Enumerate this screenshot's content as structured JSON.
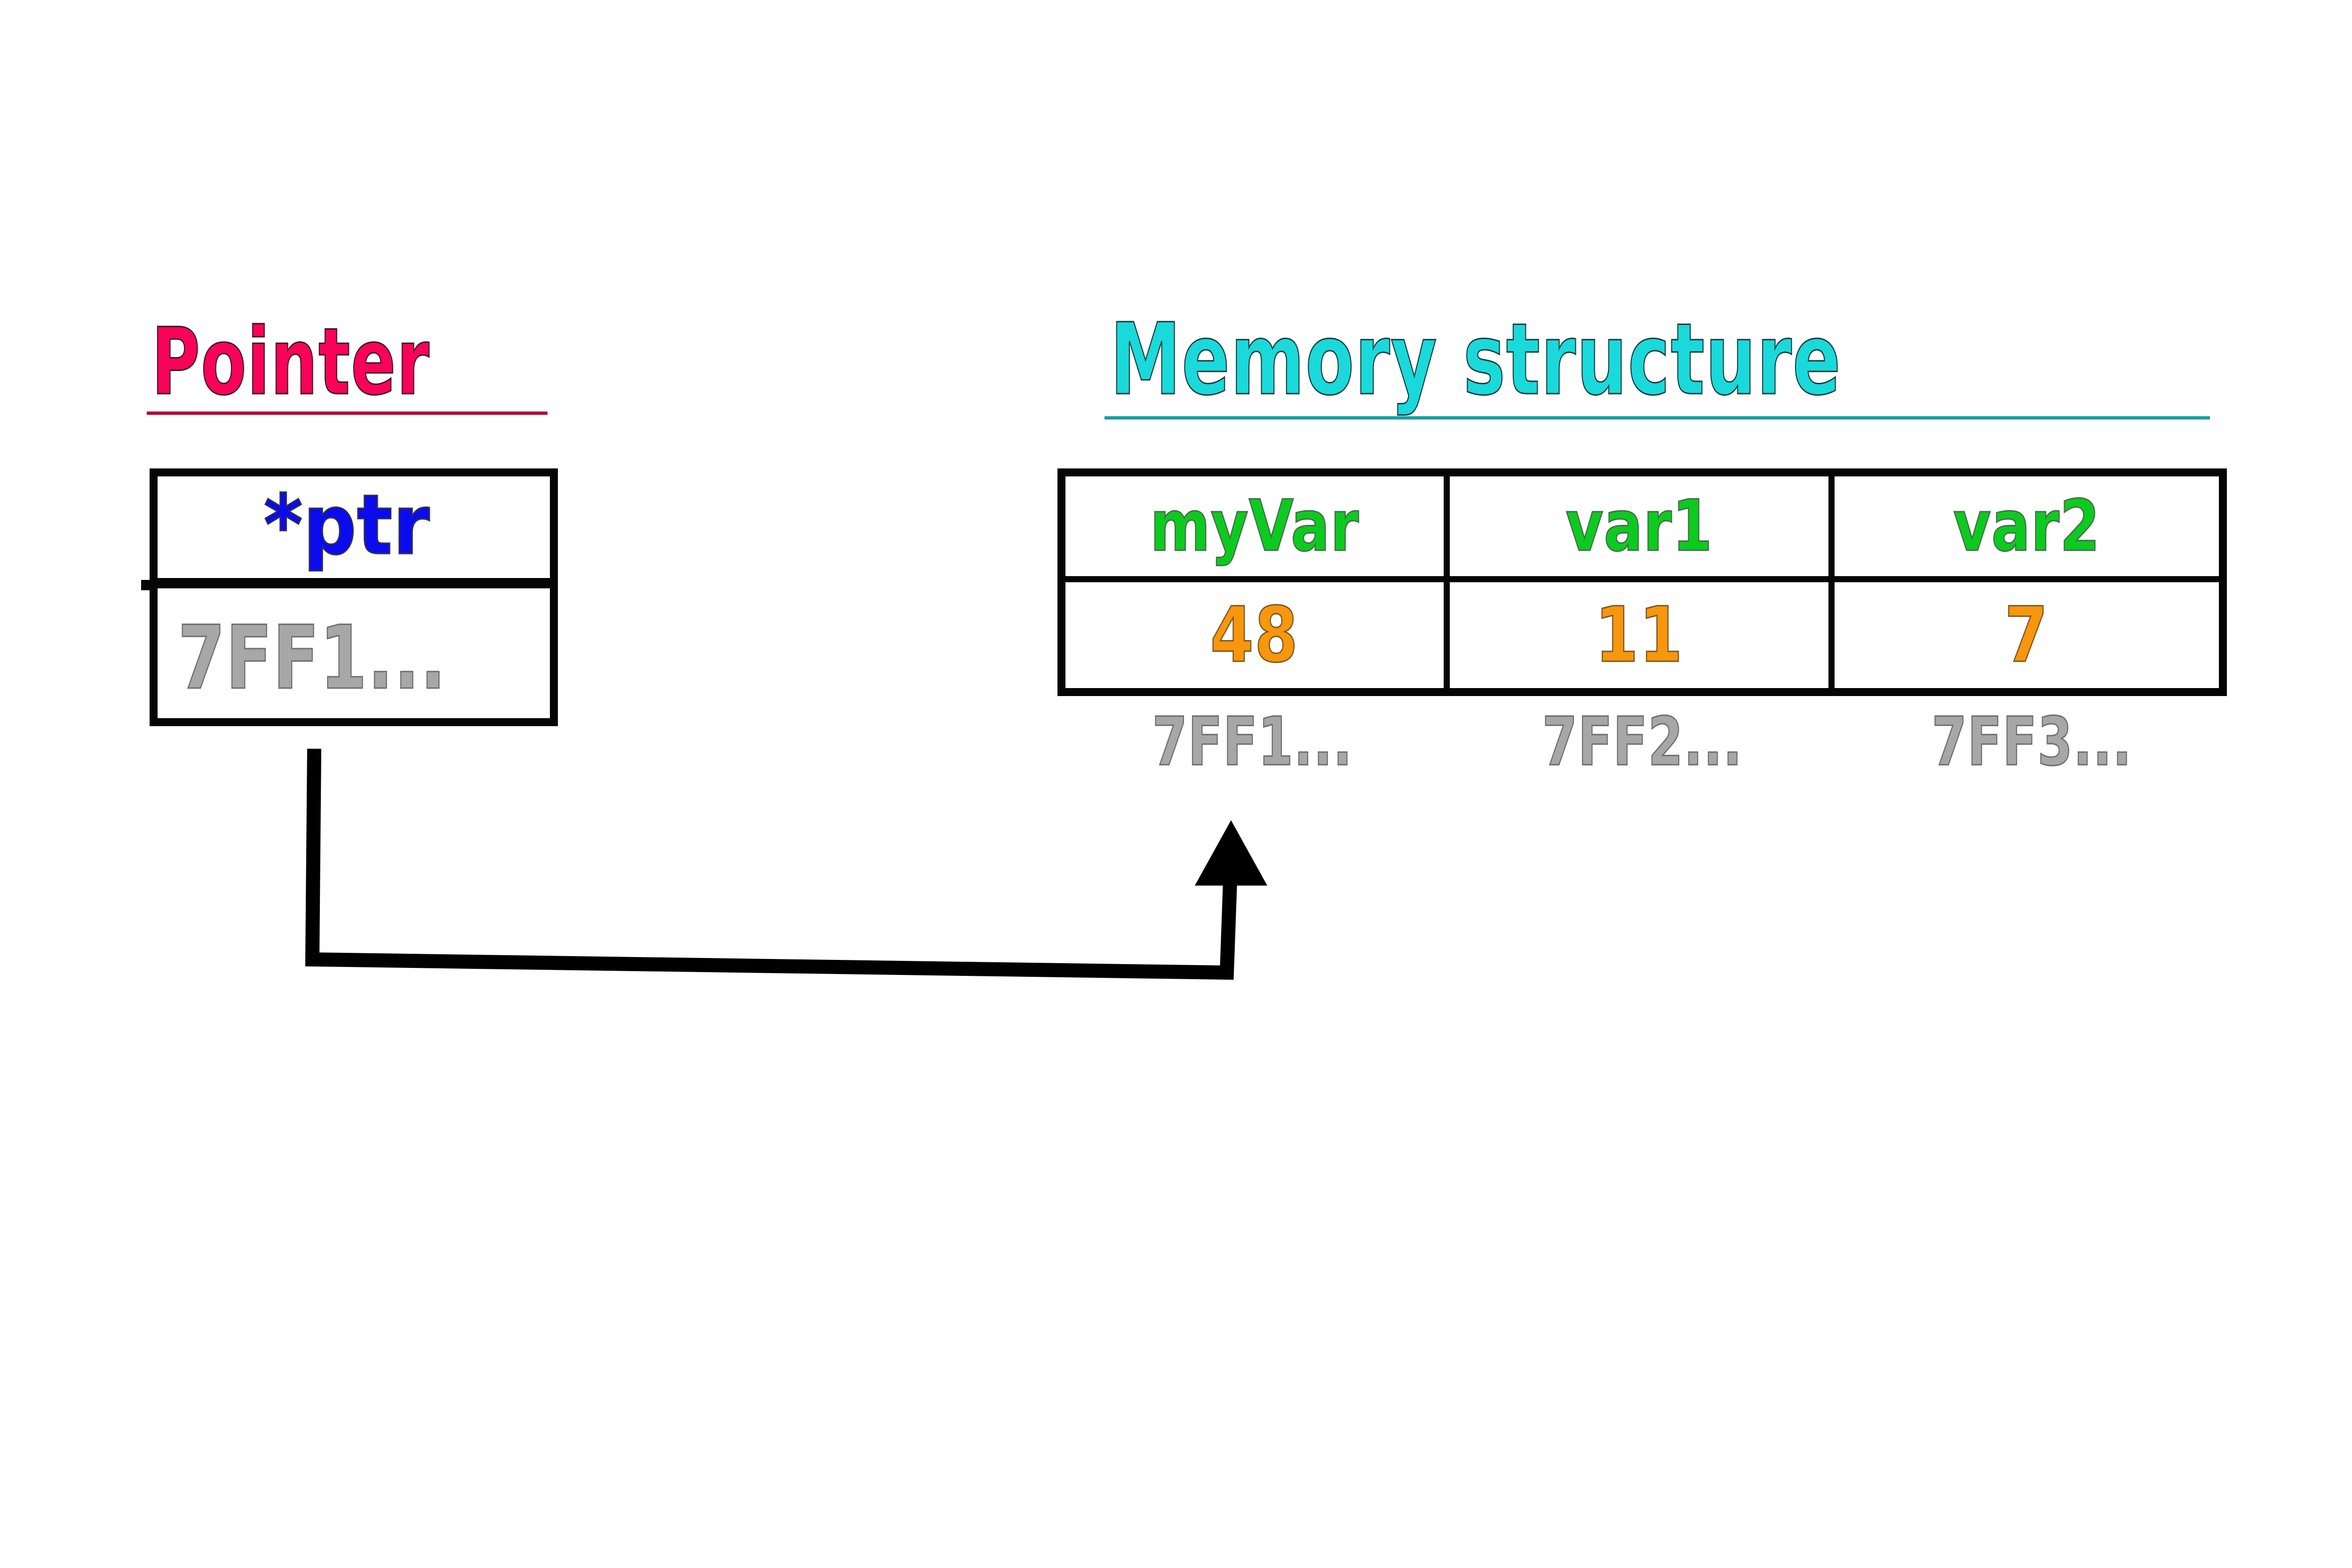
{
  "diagram": {
    "title_left": "Pointer",
    "title_right": "Memory structure",
    "background_color": "#ffffff"
  },
  "colors": {
    "pointer_title": "#f90358",
    "pointer_title_rule": "#b3033f",
    "memory_title": "#1ad9da",
    "memory_title_rule": "#16a0a4",
    "variable_name": "#0bcb1f",
    "variable_value": "#f8960e",
    "address_text": "#a7a7a7",
    "pointer_name": "#0b0bef",
    "box_border": "#050505",
    "arrow": "#000000"
  },
  "pointer": {
    "label": "Pointer",
    "name_cell": "*ptr",
    "address_cell": "7FF1..."
  },
  "memory": {
    "label": "Memory structure",
    "columns": [
      {
        "name": "myVar",
        "value": "48",
        "address": "7FF1..."
      },
      {
        "name": "var1",
        "value": "11",
        "address": "7FF2..."
      },
      {
        "name": "var2",
        "value": "7",
        "address": "7FF3..."
      }
    ]
  },
  "arrow": {
    "description": "pointer-to-memory-arrow",
    "from": "pointer address cell",
    "to": "myVar address 7FF1..."
  }
}
